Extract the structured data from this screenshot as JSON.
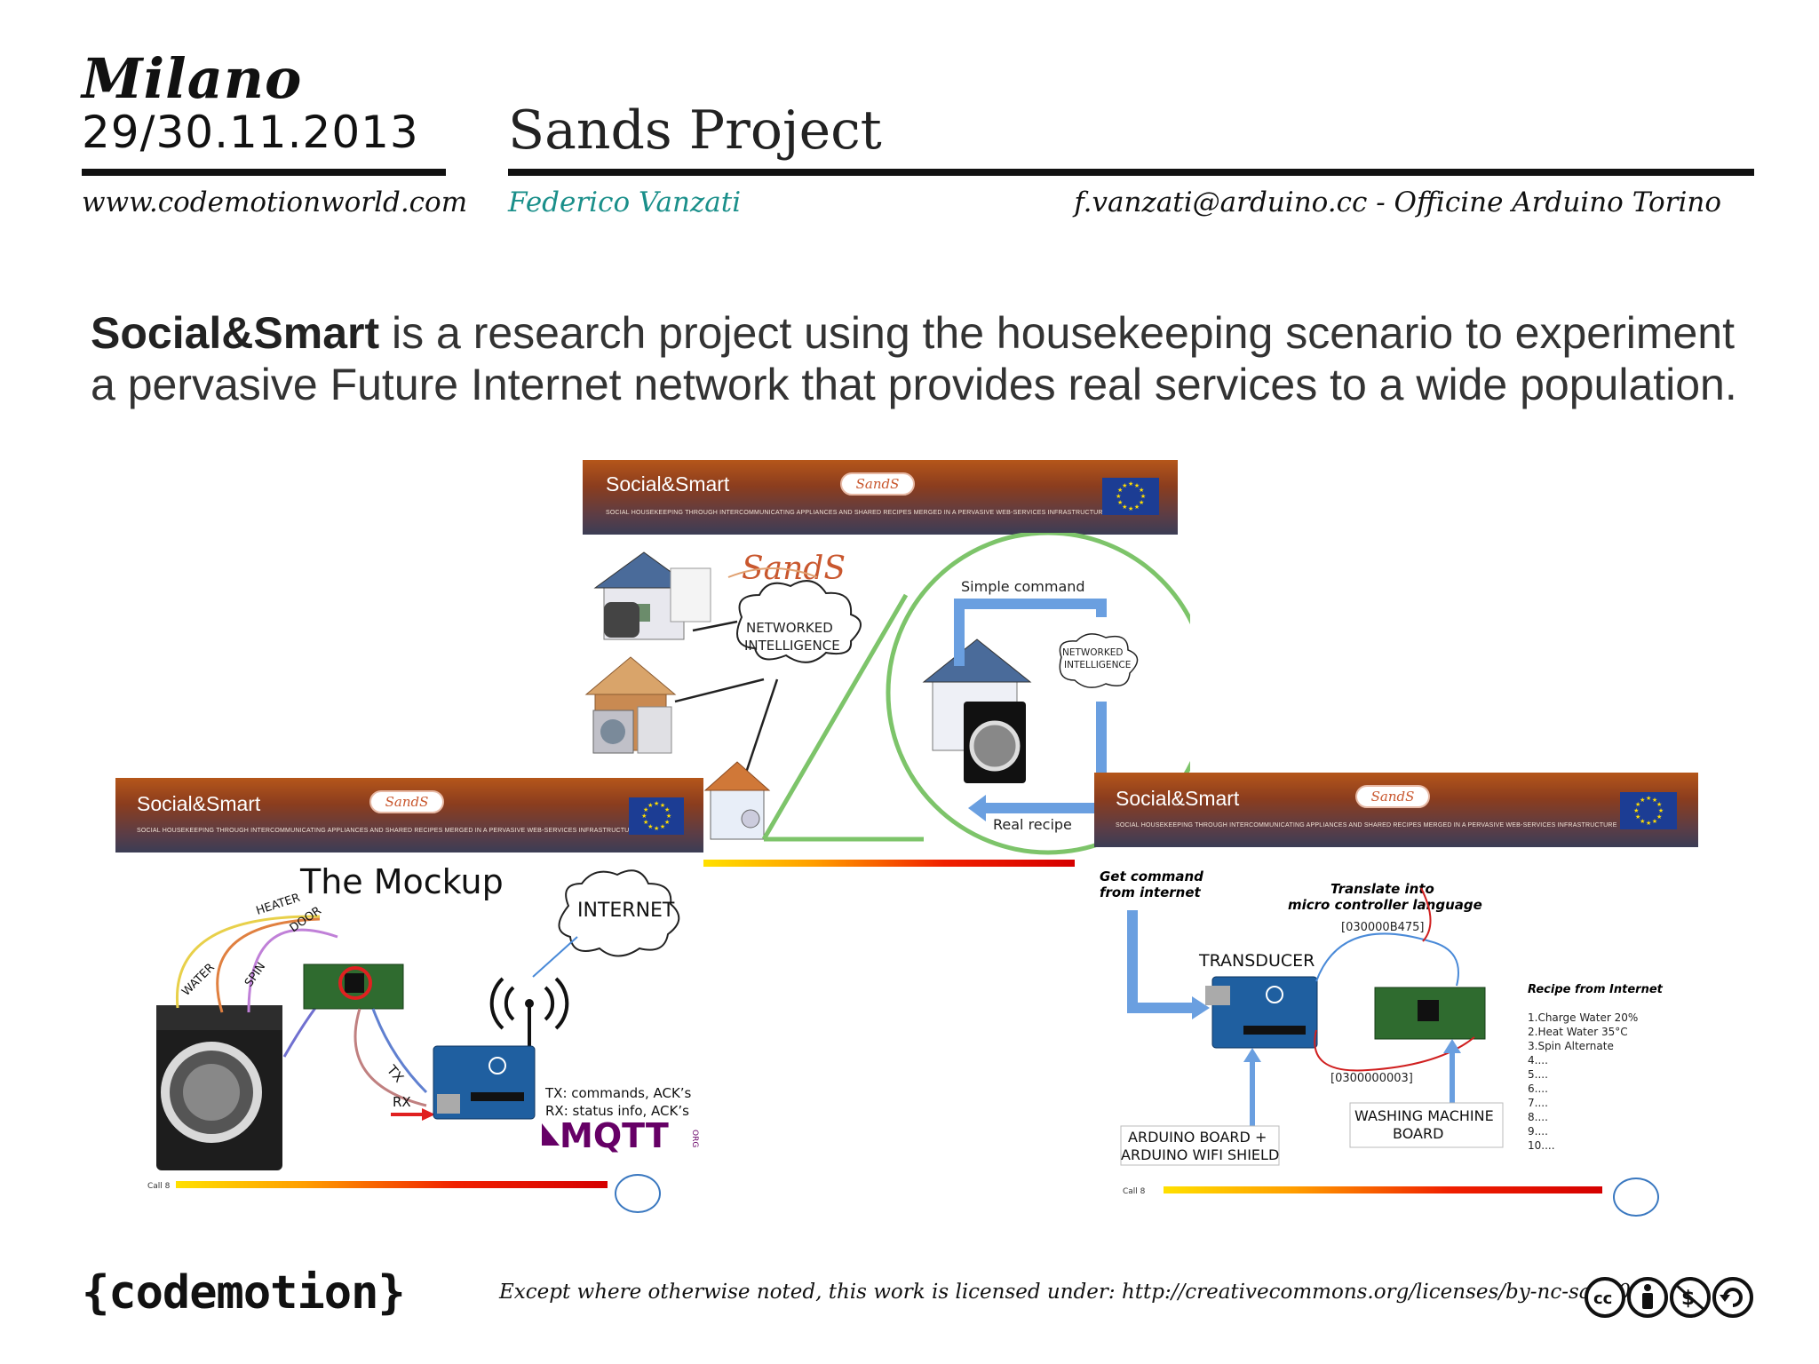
{
  "header": {
    "city": "Milano",
    "date": "29/30.11.2013",
    "website": "www.codemotionworld.com",
    "project_title": "Sands Project",
    "author": "Federico Vanzati",
    "contact": "f.vanzati@arduino.cc - Officine Arduino Torino"
  },
  "lead": {
    "bold": "Social&Smart",
    "rest": " is a research project using the housekeeping scenario to experiment a pervasive Future Internet network that provides real services to a wide population."
  },
  "banner": {
    "title": "Social&Smart",
    "subtitle": "SOCIAL HOUSEKEEPING THROUGH INTERCOMMUNICATING APPLIANCES AND SHARED RECIPES MERGED IN A PERVASIVE WEB-SERVICES INFRASTRUCTURE",
    "logo": "SandS"
  },
  "center": {
    "logo": "SandS",
    "cloud_big": [
      "NETWORKED",
      "INTELLIGENCE"
    ],
    "cloud_small": [
      "NETWORKED",
      "INTELLIGENCE"
    ],
    "simple_command": "Simple command",
    "real_recipe": "Real recipe"
  },
  "mockup": {
    "title": "The Mockup",
    "internet": "INTERNET",
    "wires": [
      "HEATER",
      "DOOR",
      "WATER",
      "SPIN"
    ],
    "tx": "TX",
    "rx": "RX",
    "tx_desc": "TX: commands, ACK’s",
    "rx_desc": "RX: status info, ACK’s",
    "mqtt": "MQTT",
    "mqtt_org": "ORG",
    "call": "Call 8"
  },
  "transducer": {
    "get_command": [
      "Get command",
      "from internet"
    ],
    "translate": [
      "Translate into",
      "micro controller language"
    ],
    "hex1": "[030000B475]",
    "hex2": "[0300000003]",
    "transducer_label": "TRANSDUCER",
    "arduino_board": [
      "ARDUINO BOARD +",
      "ARDUINO WIFI SHIELD"
    ],
    "washing_board": [
      "WASHING MACHINE",
      "BOARD"
    ],
    "recipe_title": "Recipe from Internet",
    "recipe_items": [
      "1.Charge Water 20%",
      "2.Heat Water 35°C",
      "3.Spin Alternate",
      "4....",
      "5....",
      "6....",
      "7....",
      "8....",
      "9....",
      "10...."
    ],
    "call": "Call 8"
  },
  "footer": {
    "brand": "{codemotion}",
    "license": "Except where otherwise noted, this work is licensed under: http://creativecommons.org/licenses/by-nc-sa/3.0/"
  },
  "colors": {
    "accent_teal": "#1a8f8a",
    "banner_orange": "#b5561a",
    "banner_dark": "#3b3d55",
    "circle_green": "#7dc46a",
    "arrow_blue": "#6a9fe0"
  }
}
